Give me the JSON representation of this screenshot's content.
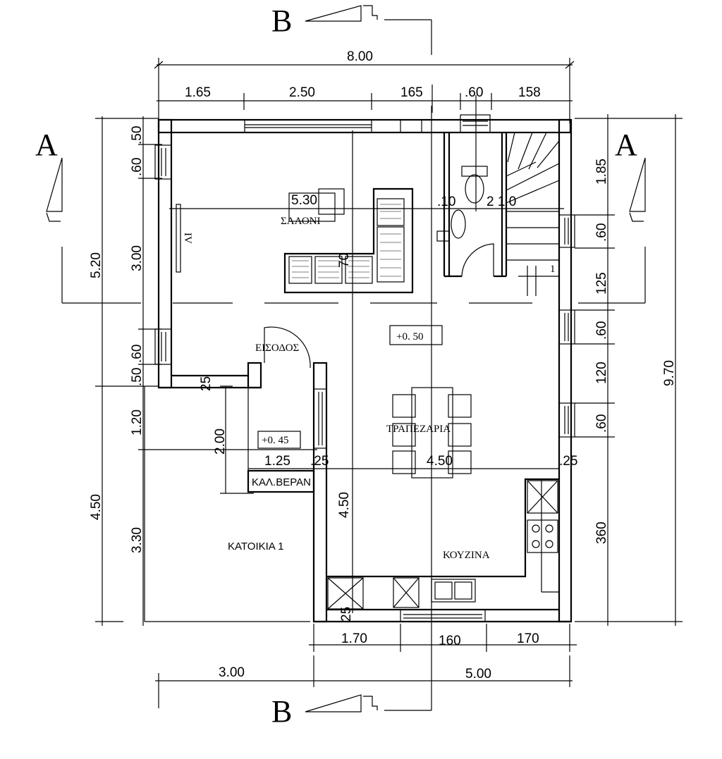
{
  "section_markers": {
    "b_top": "B",
    "b_bottom": "B",
    "a_left": "A",
    "a_right": "A"
  },
  "dimensions": {
    "top_total": "8.00",
    "top_1": "1.65",
    "top_2": "2.50",
    "top_3": "165",
    "top_4": ".60",
    "top_5": "158",
    "left_upper_total": "5.20",
    "left_a": ".50",
    "left_b": ".60",
    "left_c": "3.00",
    "left_d": ".60",
    "left_e": ".50",
    "left_lower_total": "4.50",
    "left_f": "1.20",
    "left_g": "3.30",
    "right_total": "9.70",
    "right_a": "1.85",
    "right_b": ".60",
    "right_c": "125",
    "right_d": ".60",
    "right_e": "120",
    "right_f": ".60",
    "right_g": "360",
    "bottom_1": "1.70",
    "bottom_2": "160",
    "bottom_3": "170",
    "bottom_left": "3.00",
    "bottom_right": "5.00",
    "inner_530": "5.30",
    "inner_10": ".10",
    "inner_210": "2 1 0",
    "inner_70": "70",
    "inner_25a": "25",
    "inner_200": "2.00",
    "inner_125": "1.25",
    "inner_25b": ".25",
    "inner_450h": "4.50",
    "inner_25c": ".25",
    "inner_450v": "4.50",
    "inner_25d": "25",
    "stair_no": "1",
    "window_iv": "IV"
  },
  "rooms": {
    "saloni": "ΣΑΛΟΝΙ",
    "eisodos": "ΕΙΣΟΔΟΣ",
    "trapezaria": "ΤΡΑΠΕΖΑΡΙΑ",
    "kouzina": "ΚΟΥΖΙΝΑ",
    "veranda": "ΚΑΛ.ΒΕΡΑΝ",
    "katoikia": "ΚΑΤΟΙΚΙΑ 1"
  },
  "levels": {
    "main": "+0. 50",
    "veranda": "+0. 45"
  }
}
